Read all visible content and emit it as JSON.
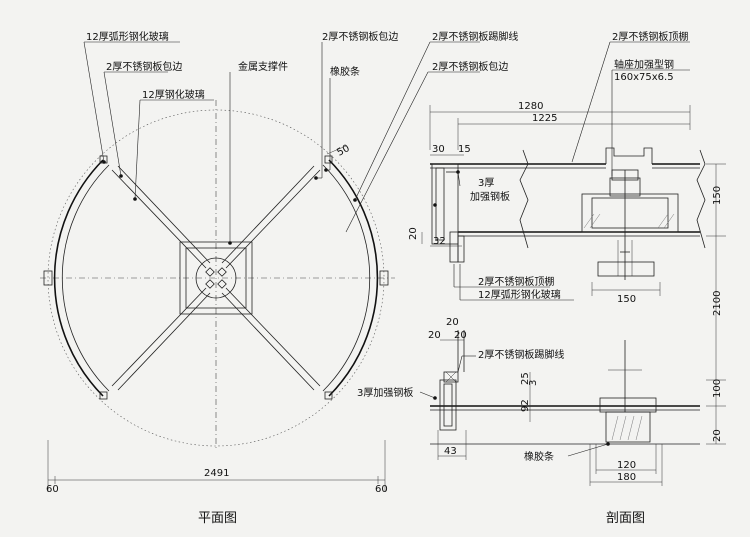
{
  "plan": {
    "title": "平面图",
    "callouts": {
      "glass_curved": "12厚弧形钢化玻璃",
      "steel_edge_a": "2厚不锈钢板包边",
      "glass_flat": "12厚钢化玻璃",
      "metal_bracket": "金属支撑件",
      "steel_edge_b": "2厚不锈钢板包边",
      "rubber_strip": "橡胶条",
      "skirting": "2厚不锈钢板踢脚线",
      "steel_edge_c": "2厚不锈钢板包边"
    },
    "dimensions": {
      "overall": "2491",
      "left_offset": "60",
      "right_offset": "60",
      "rubber": "50"
    }
  },
  "section": {
    "title": "剖面图",
    "callouts": {
      "ceiling_plate": "2厚不锈钢板顶棚",
      "shaft_seat": "轴座加强型钢",
      "shaft_size": "160x75x6.5",
      "reinforce_top_1": "3厚",
      "reinforce_top_2": "加强钢板",
      "ceiling_plate_2": "2厚不锈钢板顶棚",
      "glass_curved_2": "12厚弧形钢化玻璃",
      "skirting_2": "2厚不锈钢板踢脚线",
      "reinforce_bottom": "3厚加强钢板",
      "rubber_2": "橡胶条"
    },
    "dimensions": {
      "d1280": "1280",
      "d1225": "1225",
      "d30": "30",
      "d15": "15",
      "d20a": "20",
      "d32": "32",
      "d150w": "150",
      "d150h": "150",
      "d2100": "2100",
      "d20b": "20",
      "d20c": "20",
      "d20d": "20",
      "d25": "25",
      "d3": "3",
      "d92": "92",
      "d43": "43",
      "d100": "100",
      "d20e": "20",
      "d120": "120",
      "d180": "180"
    }
  }
}
